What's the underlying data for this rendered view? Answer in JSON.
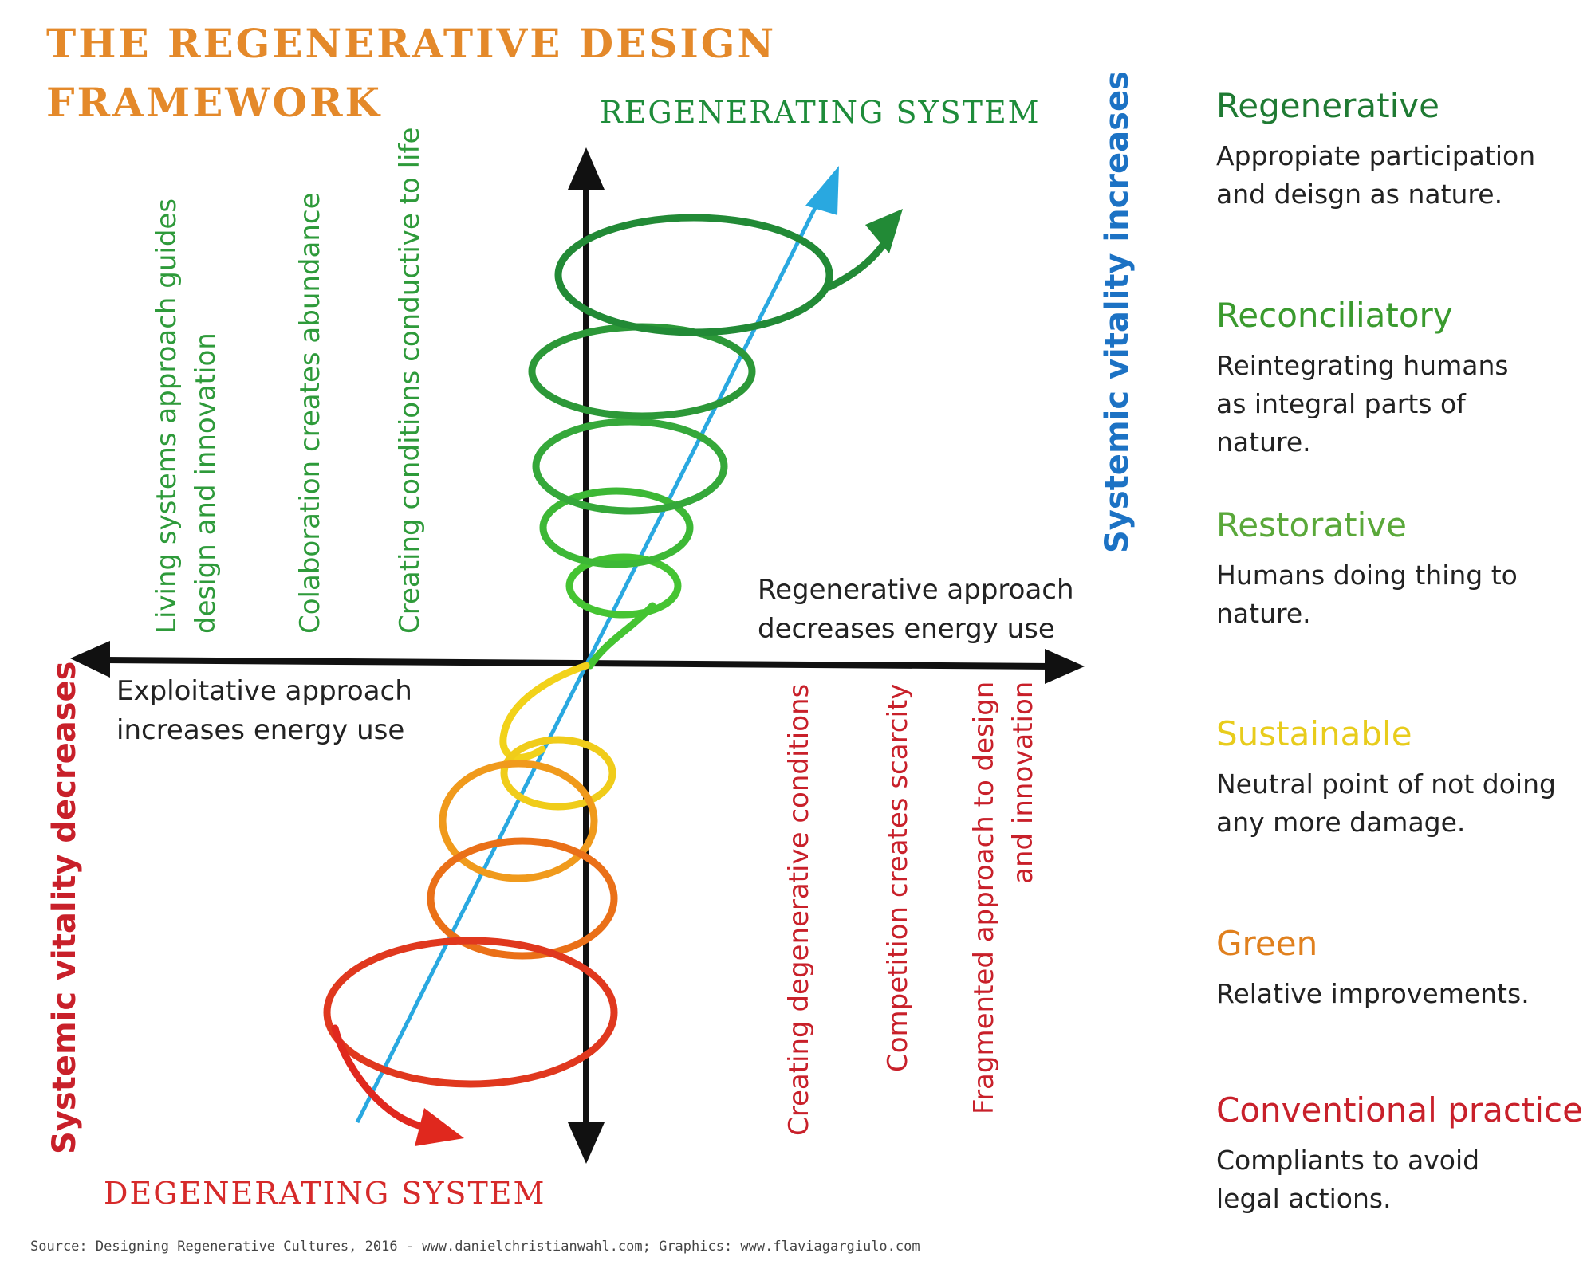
{
  "title": {
    "line1": "THE REGENERATIVE DESIGN",
    "line2": "FRAMEWORK"
  },
  "top_label": "REGENERATING SYSTEM",
  "bottom_label": "DEGENERATING SYSTEM",
  "vitality_up": "Systemic vitality increases",
  "vitality_down": "Systemic vitality decreases",
  "right_axis_note": {
    "line1": "Regenerative approach",
    "line2": "decreases energy use"
  },
  "left_axis_note": {
    "line1": "Exploitative approach",
    "line2": "increases energy use"
  },
  "upper_left_phrases": [
    {
      "line1": "Living systems approach guides",
      "line2": "design and innovation"
    },
    {
      "line1": "Colaboration creates abundance"
    },
    {
      "line1": "Creating conditions conductive to life"
    }
  ],
  "lower_right_phrases": [
    {
      "line1": "Creating degenerative conditions"
    },
    {
      "line1": "Competition creates scarcity"
    },
    {
      "line1": "Fragmented approach to design",
      "line2": "and innovation"
    }
  ],
  "legend": [
    {
      "title": "Regenerative",
      "desc": "Appropiate participation and deisgn as nature.",
      "color": "#1f7a33"
    },
    {
      "title": "Reconciliatory",
      "desc": "Reintegrating humans as integral parts of nature.",
      "color": "#3a9a2e"
    },
    {
      "title": "Restorative",
      "desc": "Humans doing thing to nature.",
      "color": "#5aa83a"
    },
    {
      "title": "Sustainable",
      "desc": "Neutral point of not doing any more damage.",
      "color": "#e8cc1c"
    },
    {
      "title": "Green",
      "desc": "Relative improvements.",
      "color": "#e0801e"
    },
    {
      "title": "Conventional practice",
      "desc": "Compliants to avoid legal actions.",
      "color": "#c8202a"
    }
  ],
  "source": "Source: Designing Regenerative Cultures, 2016 - www.danielchristianwahl.com; Graphics: www.flaviagargiulo.com",
  "colors": {
    "title": "#e4892a",
    "regenerating": "#1e8c3a",
    "degenerating": "#d62a2a",
    "vitality_up": "#1c72c4",
    "vitality_down": "#c8202a",
    "upper_phrases": "#2e9a3a",
    "lower_phrases": "#c8202a",
    "axis": "#111111",
    "diagonal": "#29a8e0"
  }
}
